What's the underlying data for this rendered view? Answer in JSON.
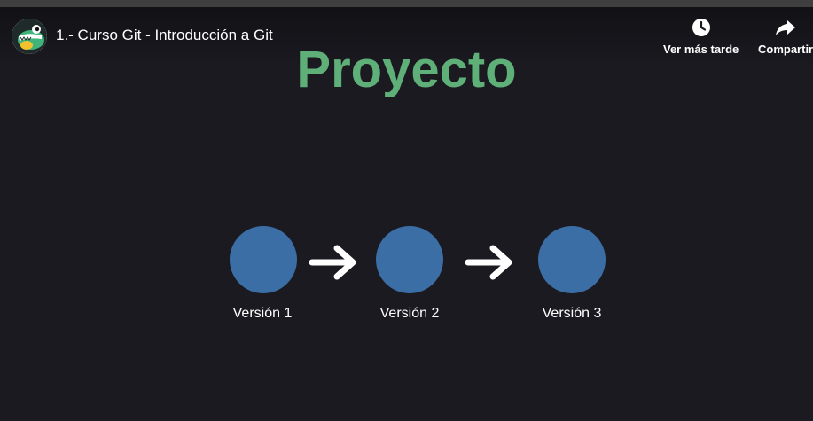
{
  "header": {
    "title": "1.- Curso Git - Introducción a Git",
    "watch_later_label": "Ver más tarde",
    "share_label": "Compartir"
  },
  "slide": {
    "title": "Proyecto",
    "nodes": [
      {
        "label": "Versión 1"
      },
      {
        "label": "Versión 2"
      },
      {
        "label": "Versión 3"
      }
    ]
  },
  "colors": {
    "title_green": "#5faf78",
    "node_blue": "#3a6ea5",
    "background": "#1b1a21"
  },
  "icons": {
    "avatar": "crocodile-avatar-icon",
    "watch_later": "clock-icon",
    "share": "share-arrow-icon",
    "flow_arrow": "arrow-right-icon"
  }
}
